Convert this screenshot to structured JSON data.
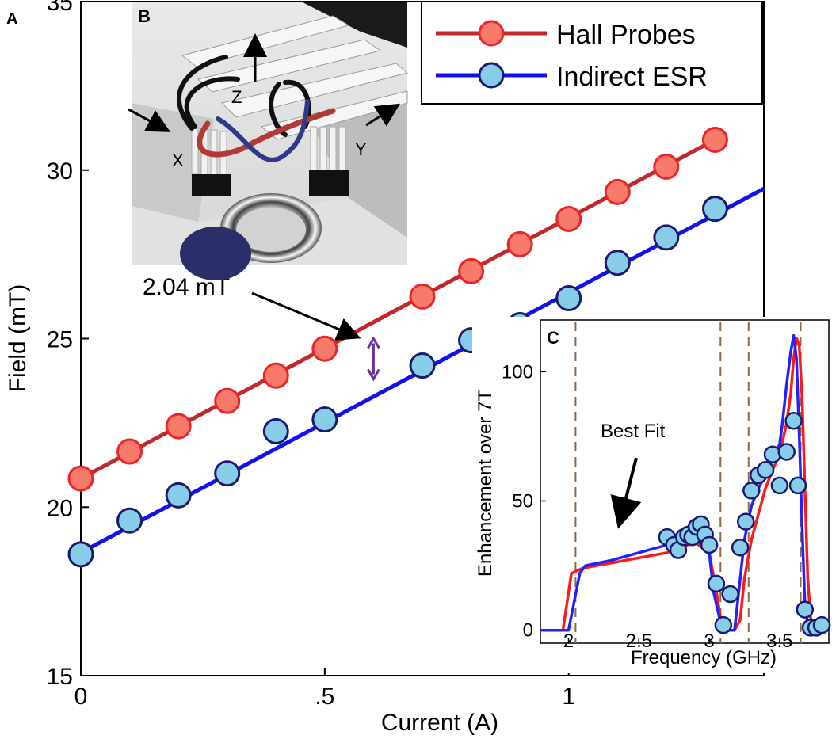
{
  "panels": {
    "a": "A",
    "b": "B",
    "c": "C"
  },
  "colors": {
    "hall_line": "#c0282a",
    "hall_fill": "#f87a6a",
    "hall_edge": "#e8262a",
    "esr_line": "#1010f0",
    "esr_fill": "#87cde8",
    "esr_edge": "#1a1a6e",
    "fit_red": "#ff1a1a",
    "fit_blue": "#2222ff",
    "dash": "#8a6a4a",
    "arrow_purple": "#7030a0"
  },
  "inset_b": {
    "labels": {
      "x": "X",
      "y": "Y",
      "z": "Z"
    }
  },
  "chart_data": [
    {
      "type": "line",
      "panel": "A",
      "xlabel": "Current (A)",
      "ylabel": "Field (mT)",
      "xlim": [
        0,
        1.4
      ],
      "ylim": [
        15,
        35
      ],
      "xticks": [
        0,
        0.5,
        1
      ],
      "xtick_labels": [
        "0",
        ".5",
        "1"
      ],
      "yticks": [
        15,
        20,
        25,
        30,
        35
      ],
      "ytick_labels": [
        "15",
        "20",
        "25",
        "30",
        "35"
      ],
      "legend": {
        "position": "top-right"
      },
      "series": [
        {
          "name": "Hall Probes",
          "x": [
            0,
            0.1,
            0.2,
            0.3,
            0.4,
            0.5,
            0.7,
            0.8,
            0.9,
            1.0,
            1.1,
            1.2,
            1.3
          ],
          "y": [
            20.85,
            21.65,
            22.4,
            23.15,
            23.9,
            24.7,
            26.25,
            27.0,
            27.8,
            28.55,
            29.35,
            30.1,
            30.9
          ],
          "fit_x": [
            0,
            1.3
          ],
          "fit_y": [
            20.85,
            30.9
          ]
        },
        {
          "name": "Indirect ESR",
          "x": [
            0,
            0.1,
            0.2,
            0.3,
            0.4,
            0.5,
            0.7,
            0.8,
            0.9,
            1.0,
            1.1,
            1.2,
            1.3
          ],
          "y": [
            18.6,
            19.6,
            20.35,
            21.0,
            22.25,
            22.6,
            24.2,
            24.95,
            25.4,
            26.2,
            27.25,
            28.0,
            28.85
          ],
          "fit_x": [
            0,
            1.4
          ],
          "fit_y": [
            18.65,
            29.45
          ]
        }
      ],
      "annotation": {
        "text": "2.04 mT",
        "x": 0.6,
        "y_top": 25.0,
        "y_bottom": 23.8
      }
    },
    {
      "type": "scatter",
      "panel": "C",
      "xlabel": "Frequency (GHz)",
      "ylabel": "Enhancement over 7T",
      "xlim": [
        1.8,
        3.85
      ],
      "ylim": [
        -5,
        120
      ],
      "xticks": [
        2,
        2.5,
        3,
        3.5
      ],
      "xtick_labels": [
        "2",
        "2.5",
        "3",
        "3.5"
      ],
      "yticks": [
        0,
        50,
        100
      ],
      "ytick_labels": [
        "0",
        "50",
        "100"
      ],
      "vlines": [
        2.05,
        3.08,
        3.28,
        3.65
      ],
      "annotation": {
        "text": "Best Fit",
        "target_x": 2.35,
        "target_y": 32
      },
      "points": {
        "x": [
          2.7,
          2.75,
          2.78,
          2.82,
          2.85,
          2.88,
          2.91,
          2.94,
          2.97,
          3.0,
          3.05,
          3.1,
          3.15,
          3.22,
          3.26,
          3.3,
          3.35,
          3.4,
          3.45,
          3.5,
          3.55,
          3.6,
          3.63,
          3.68,
          3.72,
          3.76,
          3.8
        ],
        "y": [
          36,
          33,
          31,
          36,
          37,
          36,
          40,
          41,
          37,
          33,
          18,
          2,
          14,
          32,
          42,
          54,
          60,
          62,
          68,
          56,
          69,
          81,
          56,
          8,
          1,
          1,
          2
        ]
      },
      "series": [
        {
          "name": "",
          "x": [
            1.8,
            1.96,
            2.02,
            2.1,
            2.3,
            2.5,
            2.7,
            2.9,
            3.0,
            3.05,
            3.08,
            3.12,
            3.18,
            3.22,
            3.25,
            3.3,
            3.35,
            3.4,
            3.45,
            3.5,
            3.55,
            3.58,
            3.6,
            3.62,
            3.64,
            3.66,
            3.68,
            3.7,
            3.72,
            3.75,
            3.85
          ],
          "y": [
            0,
            0,
            22,
            24,
            26,
            28,
            30,
            34,
            30,
            15,
            5,
            0,
            0,
            4,
            20,
            35,
            45,
            55,
            62,
            68,
            80,
            92,
            105,
            113,
            110,
            90,
            55,
            20,
            5,
            0,
            0
          ]
        },
        {
          "name": "",
          "x": [
            1.8,
            2.0,
            2.08,
            2.12,
            2.3,
            2.5,
            2.7,
            2.9,
            3.0,
            3.03,
            3.08,
            3.12,
            3.15,
            3.18,
            3.2,
            3.25,
            3.3,
            3.35,
            3.4,
            3.45,
            3.5,
            3.52,
            3.55,
            3.58,
            3.6,
            3.62,
            3.64,
            3.66,
            3.68,
            3.7,
            3.75,
            3.85
          ],
          "y": [
            0,
            0,
            22,
            25,
            27,
            30,
            33,
            36,
            30,
            15,
            3,
            0,
            0,
            0,
            10,
            35,
            48,
            55,
            60,
            66,
            72,
            80,
            95,
            108,
            114,
            105,
            75,
            40,
            10,
            2,
            0,
            0
          ]
        }
      ]
    }
  ]
}
